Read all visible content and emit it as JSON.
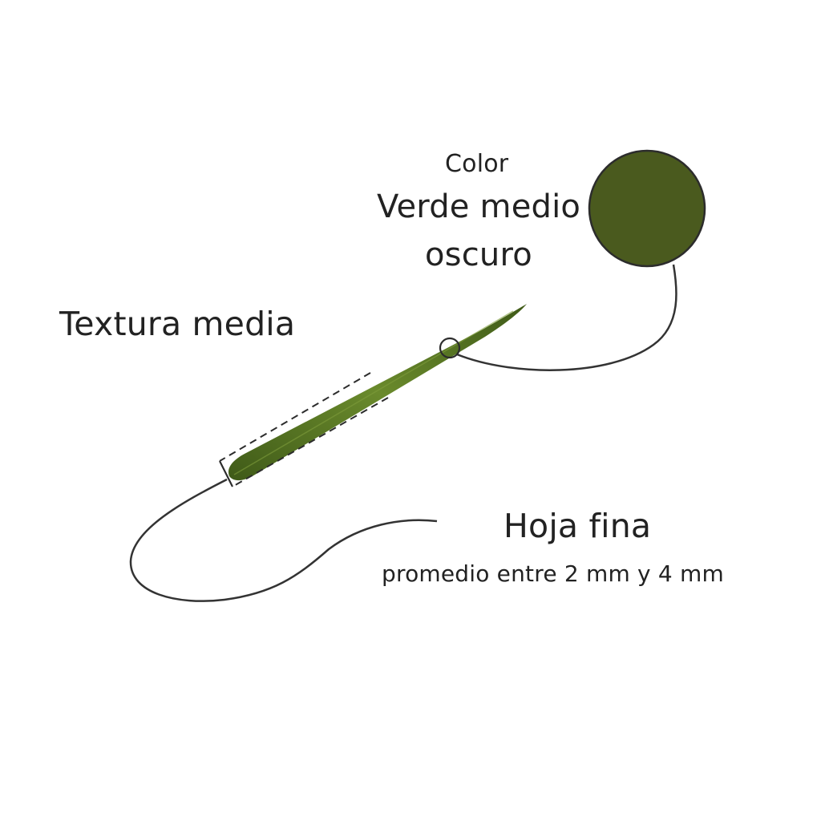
{
  "colors": {
    "swatch": "#4a5a1e",
    "swatch_outline": "#2c2c2c",
    "leaf_dark": "#3f5a18",
    "leaf_light": "#6a8a2c",
    "connector": "#333333"
  },
  "color_callout": {
    "heading": "Color",
    "name_line1": "Verde medio",
    "name_line2": "oscuro"
  },
  "texture_callout": {
    "label": "Textura media"
  },
  "leaf_callout": {
    "title": "Hoja fina",
    "subtitle": "promedio entre 2 mm y 4 mm"
  }
}
